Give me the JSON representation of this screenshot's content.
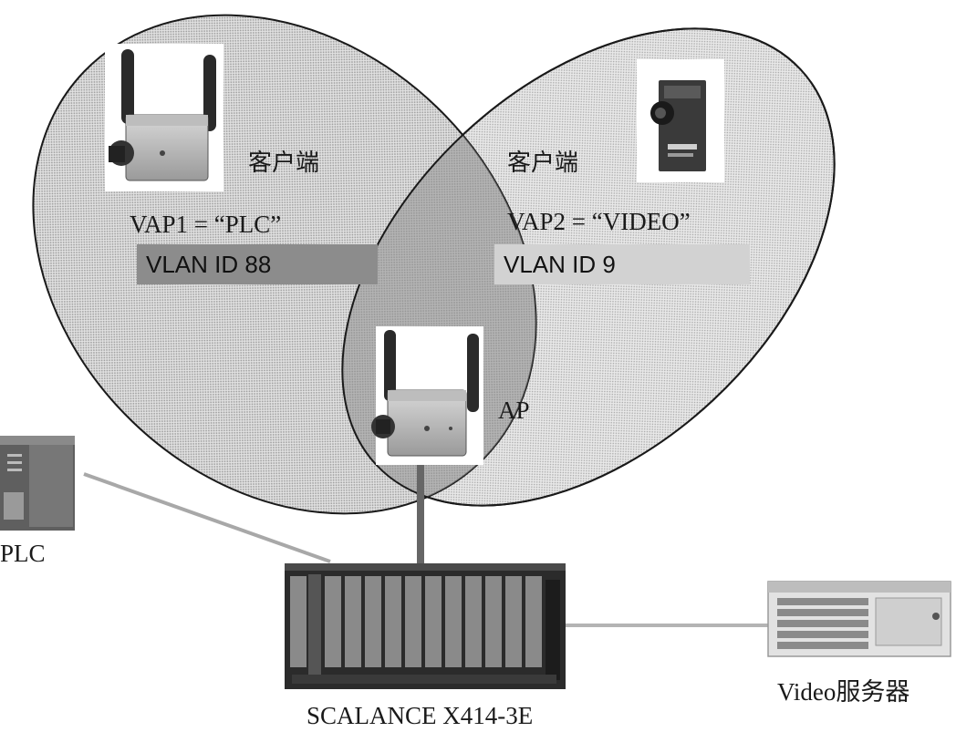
{
  "clients": {
    "left_label": "客户端",
    "right_label": "客户端"
  },
  "vap1": {
    "text": "VAP1 =  “PLC”",
    "vlan": "VLAN ID 88",
    "vlan_color": "#8c8c8c"
  },
  "vap2": {
    "text": "VAP2 = “VIDEO”",
    "vlan": "VLAN ID 9",
    "vlan_color": "#d2d2d2"
  },
  "ap": {
    "label": "AP"
  },
  "plc": {
    "label": "PLC"
  },
  "switch": {
    "label": "SCALANCE X414-3E"
  },
  "server": {
    "label": "Video服务器"
  },
  "colors": {
    "ellipse_fill": "#d4d4d4",
    "ellipse_stroke": "#1a1a1a",
    "link_line": "#a8a8a8",
    "ap_uplink": "#666666"
  }
}
